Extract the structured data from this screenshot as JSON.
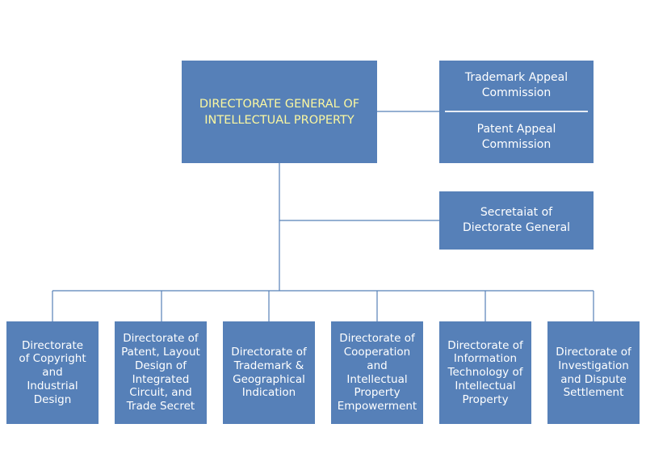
{
  "org_chart": {
    "root": {
      "label": "DIRECTORATE GENERAL OF\nINTELLECTUAL PROPERTY"
    },
    "appeal_commissions": {
      "trademark": "Trademark Appeal\nCommission",
      "patent": "Patent Appeal\nCommission"
    },
    "secretariat": {
      "label": "Secretaiat of\nDiectorate General"
    },
    "directorates": [
      {
        "label": "Directorate\nof Copyright\nand\nIndustrial\nDesign"
      },
      {
        "label": "Directorate of\nPatent, Layout\nDesign of\nIntegrated\nCircuit, and\nTrade Secret"
      },
      {
        "label": "Directorate of\nTrademark &\nGeographical\nIndication"
      },
      {
        "label": "Directorate of\nCooperation\nand Intellectual\nProperty\nEmpowerment"
      },
      {
        "label": "Directorate of\nInformation\nTechnology of\nIntellectual\nProperty"
      },
      {
        "label": "Directorate of\nInvestigation\nand Dispute\nSettlement"
      }
    ]
  },
  "colors": {
    "box_fill": "#5680b8",
    "root_text": "#fbf7a0",
    "box_text": "#ffffff",
    "connector": "#5680b8"
  }
}
